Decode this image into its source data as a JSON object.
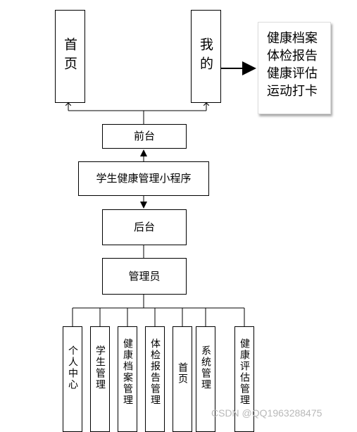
{
  "top_left_box": "首页",
  "top_right_box": "我的",
  "my_features": [
    "健康档案",
    "体检报告",
    "健康评估",
    "运动打卡"
  ],
  "frontend": "前台",
  "app_name": "学生健康管理小程序",
  "backend": "后台",
  "admin": "管理员",
  "admin_modules": [
    "个人中心",
    "学生管理",
    "健康档案管理",
    "体检报告管理",
    "首页",
    "系统管理",
    "健康评估管理"
  ],
  "watermark": "CSDN @QQ1963288475"
}
